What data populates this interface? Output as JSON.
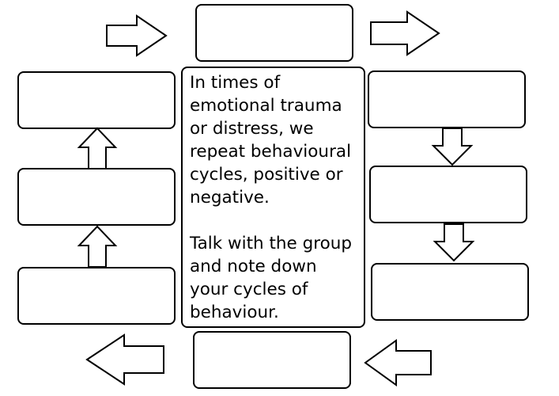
{
  "diagram": {
    "type": "behavioural-cycle-worksheet",
    "center_text": {
      "paragraph_1": "In times of\nemotional trauma\nor distress, we\nrepeat behavioural\ncycles, positive or\nnegative.",
      "paragraph_2": "Talk with the group\nand note down\nyour cycles of\nbehaviour."
    },
    "empty_boxes": [
      {
        "id": "top",
        "text": ""
      },
      {
        "id": "right-top",
        "text": ""
      },
      {
        "id": "right-middle",
        "text": ""
      },
      {
        "id": "right-bottom",
        "text": ""
      },
      {
        "id": "bottom",
        "text": ""
      },
      {
        "id": "left-bottom",
        "text": ""
      },
      {
        "id": "left-middle",
        "text": ""
      },
      {
        "id": "left-top",
        "text": ""
      }
    ],
    "flow_direction": "clockwise",
    "colors": {
      "stroke": "#000000",
      "fill": "#ffffff"
    }
  }
}
